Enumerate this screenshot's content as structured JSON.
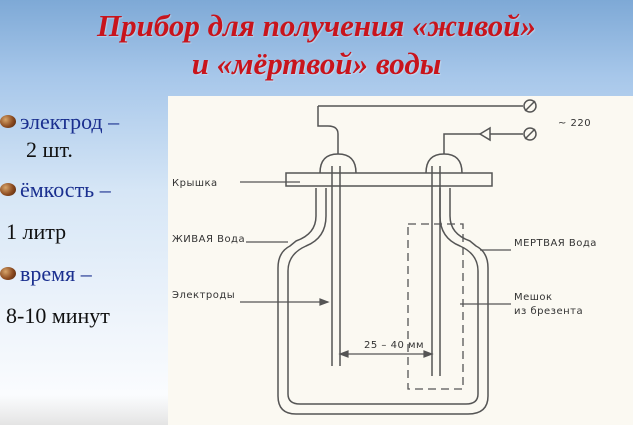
{
  "title": {
    "line1": "Прибор для получения «живой»",
    "line2": "и «мёртвой» воды"
  },
  "bullets": [
    {
      "label": "электрод –",
      "value": "2 шт."
    },
    {
      "label": "ёмкость –",
      "value": "1 литр"
    },
    {
      "label": "время –",
      "value": "8-10 минут"
    }
  ],
  "diagram": {
    "voltage": "~ 220",
    "lid": "Крышка",
    "live_water": "ЖИВАЯ Вода",
    "dead_water": "МЕРТВАЯ Вода",
    "electrodes": "Электроды",
    "bag_line1": "Мешок",
    "bag_line2": "из брезента",
    "distance": "25 – 40 мм"
  },
  "colors": {
    "title": "#c8141c",
    "bullet_text": "#1a2f8f",
    "line": "#555555"
  }
}
